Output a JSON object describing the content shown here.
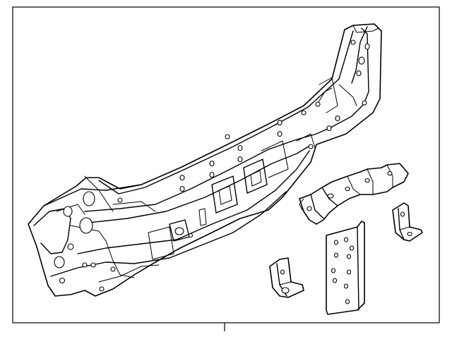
{
  "diagram": {
    "parts": [
      {
        "id": "rear-body-panel",
        "icon": "rear-panel-drawing"
      },
      {
        "id": "reinforcement-bracket",
        "icon": "bracket-drawing"
      },
      {
        "id": "side-bracket",
        "icon": "l-bracket-drawing"
      },
      {
        "id": "lower-bracket",
        "icon": "l-bracket-drawing"
      },
      {
        "id": "vertical-reinforcement",
        "icon": "plate-drawing"
      }
    ],
    "colors": {
      "stroke": "#000000",
      "background": "#ffffff"
    }
  }
}
